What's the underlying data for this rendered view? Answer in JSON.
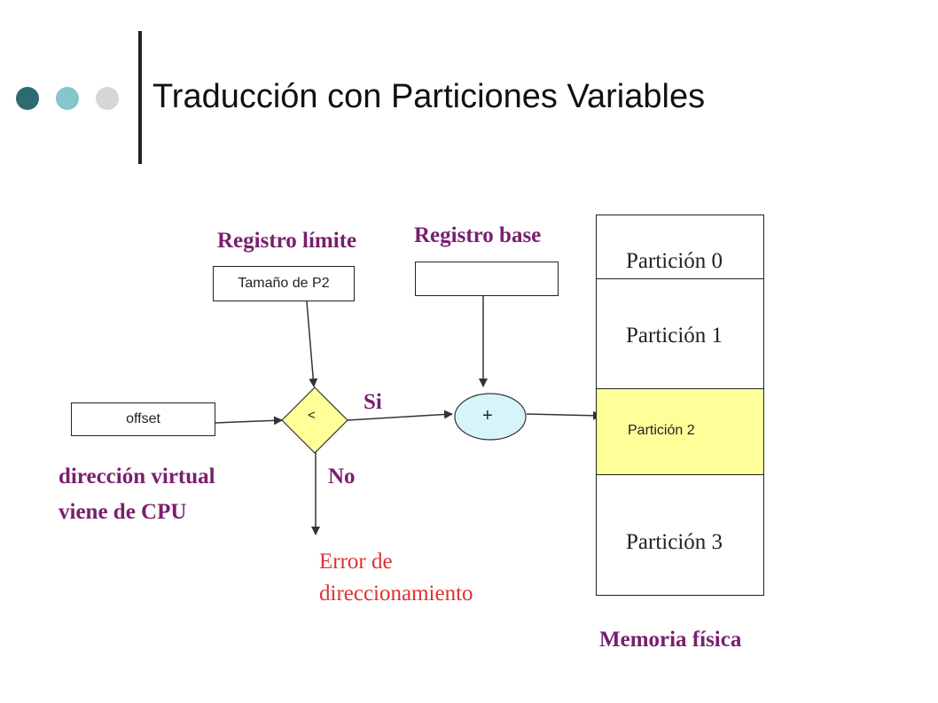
{
  "title": "Traducción con Particiones Variables",
  "colors": {
    "dot_dark": "#2e6b6e",
    "dot_mid": "#85c6cc",
    "dot_light": "#d6d6d6",
    "label_purple": "#7a1f6f",
    "error_red": "#e03030",
    "adder_fill": "#d8f4fb",
    "partition_highlight": "#ffff99"
  },
  "labels": {
    "limit_register": "Registro límite",
    "base_register": "Registro base",
    "limit_value": "Tamaño de P2",
    "base_value": "",
    "offset": "offset",
    "virtual_address_line1": "dirección virtual",
    "virtual_address_line2": "viene de CPU",
    "compare_op": "<",
    "add_op": "+",
    "yes": "Si",
    "no": "No",
    "error_line1": "Error de",
    "error_line2": "direccionamiento",
    "memory_caption": "Memoria física"
  },
  "memory": {
    "partitions": [
      {
        "label": "Partición 0",
        "highlighted": false
      },
      {
        "label": "Partición 1",
        "highlighted": false
      },
      {
        "label": "Partición 2",
        "highlighted": true
      },
      {
        "label": "Partición 3",
        "highlighted": false
      }
    ]
  }
}
